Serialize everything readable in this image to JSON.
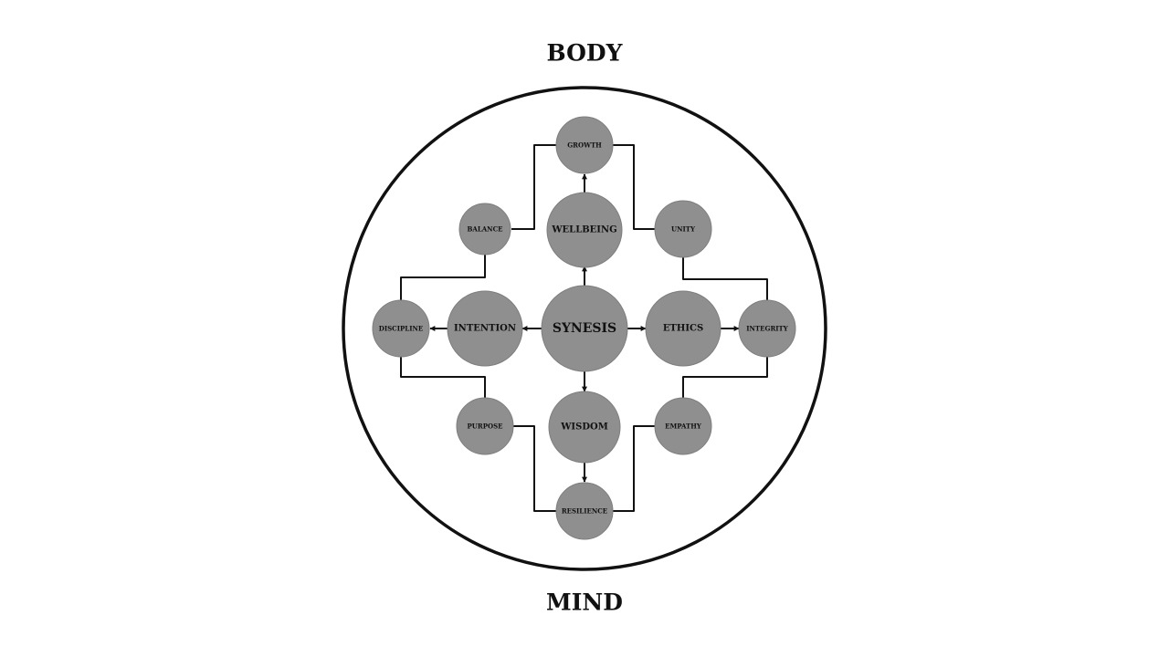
{
  "captions": {
    "top": "BODY",
    "bottom": "MIND"
  },
  "nodes": {
    "synesis": "SYNESIS",
    "wellbeing": "WELLBEING",
    "intention": "INTENTION",
    "ethics": "ETHICS",
    "wisdom": "WISDOM",
    "growth": "GROWTH",
    "balance": "BALANCE",
    "unity": "UNITY",
    "discipline": "DISCIPLINE",
    "integrity": "INTEGRITY",
    "purpose": "PURPOSE",
    "empathy": "EMPATHY",
    "resilience": "RESILIENCE"
  },
  "colors": {
    "node_fill": "#8f8f8f",
    "line": "#111111",
    "background": "#ffffff"
  }
}
